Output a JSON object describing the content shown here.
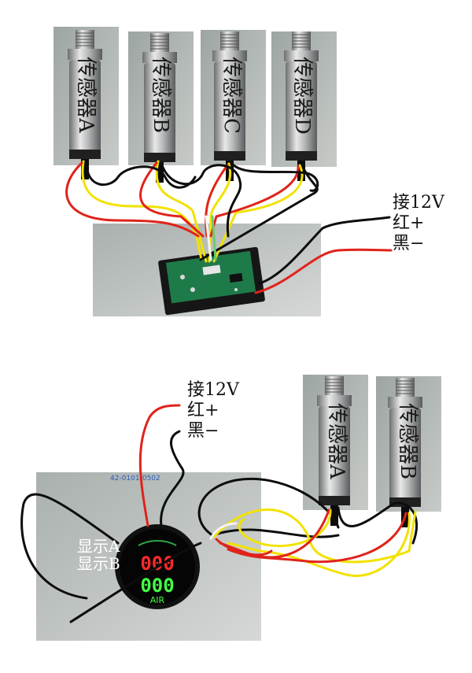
{
  "top": {
    "sensors": [
      "传感器A",
      "传感器B",
      "传感器C",
      "传感器D"
    ],
    "power": {
      "line1": "接12V",
      "line2": "红+",
      "line3": "黑−"
    }
  },
  "bottom": {
    "sensors": [
      "传感器A",
      "传感器B"
    ],
    "power": {
      "line1": "接12V",
      "line2": "红+",
      "line3": "黑−"
    },
    "display_labels": [
      "显示A",
      "显示B"
    ],
    "display": {
      "top_value": "000",
      "bottom_value": "000",
      "unit": "AIR",
      "part_number": "42-0101-0502"
    }
  },
  "colors": {
    "red_wire": "#e0231b",
    "yellow_wire": "#f2e200",
    "black_wire": "#0d0d0d",
    "top_red_digits": "#ff2a2a",
    "bottom_green_digits": "#44ff44"
  }
}
